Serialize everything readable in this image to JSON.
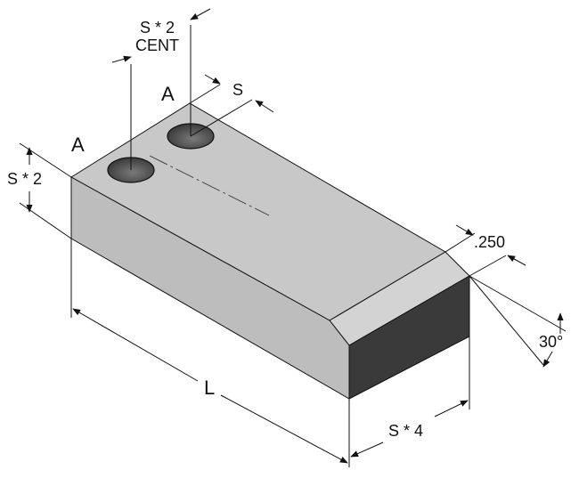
{
  "labels": {
    "s2_cent_line1": "S * 2",
    "s2_cent_line2": "CENT",
    "section_a_left": "A",
    "section_a_right": "A",
    "s_dim": "S",
    "s2_height": "S * 2",
    "chamfer_size": ".250",
    "chamfer_angle": "30°",
    "length": "L",
    "width": "S * 4"
  },
  "colors": {
    "top_face": "#c8c8c8",
    "front_face": "#bdbdbd",
    "chamfer_face": "#d3d3d3",
    "end_face": "#3a3a3a",
    "hole": "#4a4a4a",
    "line": "#111111"
  }
}
